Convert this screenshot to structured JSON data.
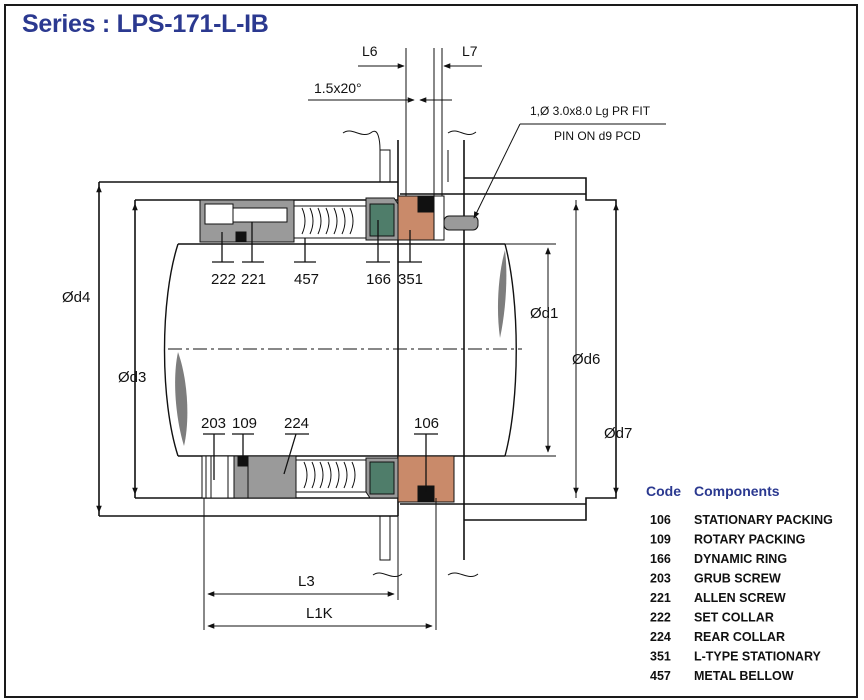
{
  "title": "Series : LPS-171-L-IB",
  "colors": {
    "title": "#2b3990",
    "line": "#111111",
    "steel_gray": "#8a8a8a",
    "face_green": "#4f7d6a",
    "stationary_copper": "#c98a6a",
    "black_packing": "#111111"
  },
  "dims": {
    "L6": "L6",
    "L7": "L7",
    "chamfer": "1.5x20°",
    "pin_note_1": "1,Ø 3.0x8.0 Lg PR FIT",
    "pin_note_2": "PIN ON d9 PCD",
    "d1": "Ød1",
    "d3": "Ød3",
    "d4": "Ød4",
    "d6": "Ød6",
    "d7": "Ød7",
    "L3": "L3",
    "L1K": "L1K"
  },
  "callouts_top": [
    "222",
    "221",
    "457",
    "166",
    "351"
  ],
  "callouts_bottom": [
    "203",
    "109",
    "224",
    "106"
  ],
  "legend": {
    "code_header": "Code",
    "components_header": "Components",
    "rows": [
      {
        "code": "106",
        "name": "STATIONARY PACKING"
      },
      {
        "code": "109",
        "name": "ROTARY PACKING"
      },
      {
        "code": "166",
        "name": "DYNAMIC RING"
      },
      {
        "code": "203",
        "name": "GRUB SCREW"
      },
      {
        "code": "221",
        "name": "ALLEN SCREW"
      },
      {
        "code": "222",
        "name": "SET COLLAR"
      },
      {
        "code": "224",
        "name": "REAR COLLAR"
      },
      {
        "code": "351",
        "name": "L-TYPE STATIONARY"
      },
      {
        "code": "457",
        "name": "METAL BELLOW"
      }
    ]
  }
}
